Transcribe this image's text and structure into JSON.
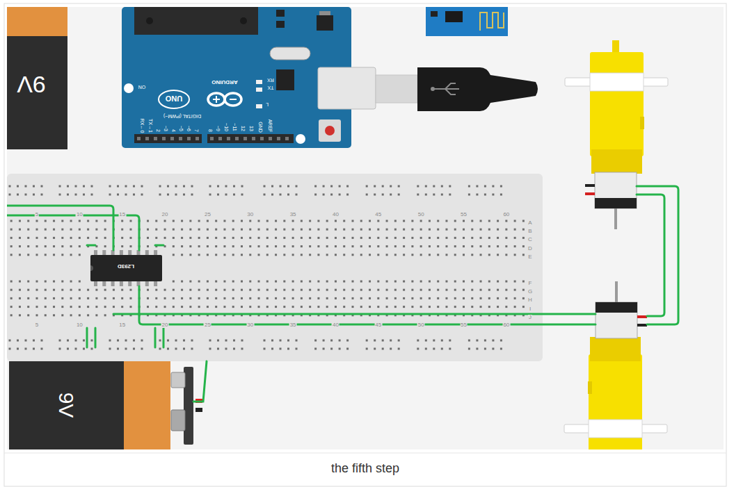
{
  "diagram": {
    "caption": "the fifth step",
    "nodes": [
      {
        "text": [
          "9V"
        ]
      },
      {
        "text": [
          "UNO",
          "ARDUINO",
          "ON",
          "RX",
          "TX",
          "L",
          "DIGITAL (PWM~)",
          "AREF",
          "GND",
          "13",
          "12",
          "~11",
          "~10",
          "~9",
          "8",
          "7",
          "~6",
          "~5",
          "4",
          "~3",
          "2",
          "TX→1",
          "RX←0"
        ]
      },
      {
        "text": [
          "5",
          "10",
          "15",
          "20",
          "25",
          "30",
          "35",
          "40",
          "45",
          "50",
          "55",
          "60",
          "5",
          "10",
          "15",
          "20",
          "25",
          "30",
          "35",
          "40",
          "45",
          "50",
          "55",
          "60",
          "A",
          "B",
          "C",
          "D",
          "E",
          "F",
          "G",
          "H",
          "I",
          "J"
        ]
      },
      {
        "text": [
          "L293D"
        ],
        "in": 2
      },
      {
        "text": [
          "9V"
        ]
      }
    ],
    "edges": [
      {
        "from": 4,
        "to": 2,
        "arrow": "none"
      }
    ]
  }
}
